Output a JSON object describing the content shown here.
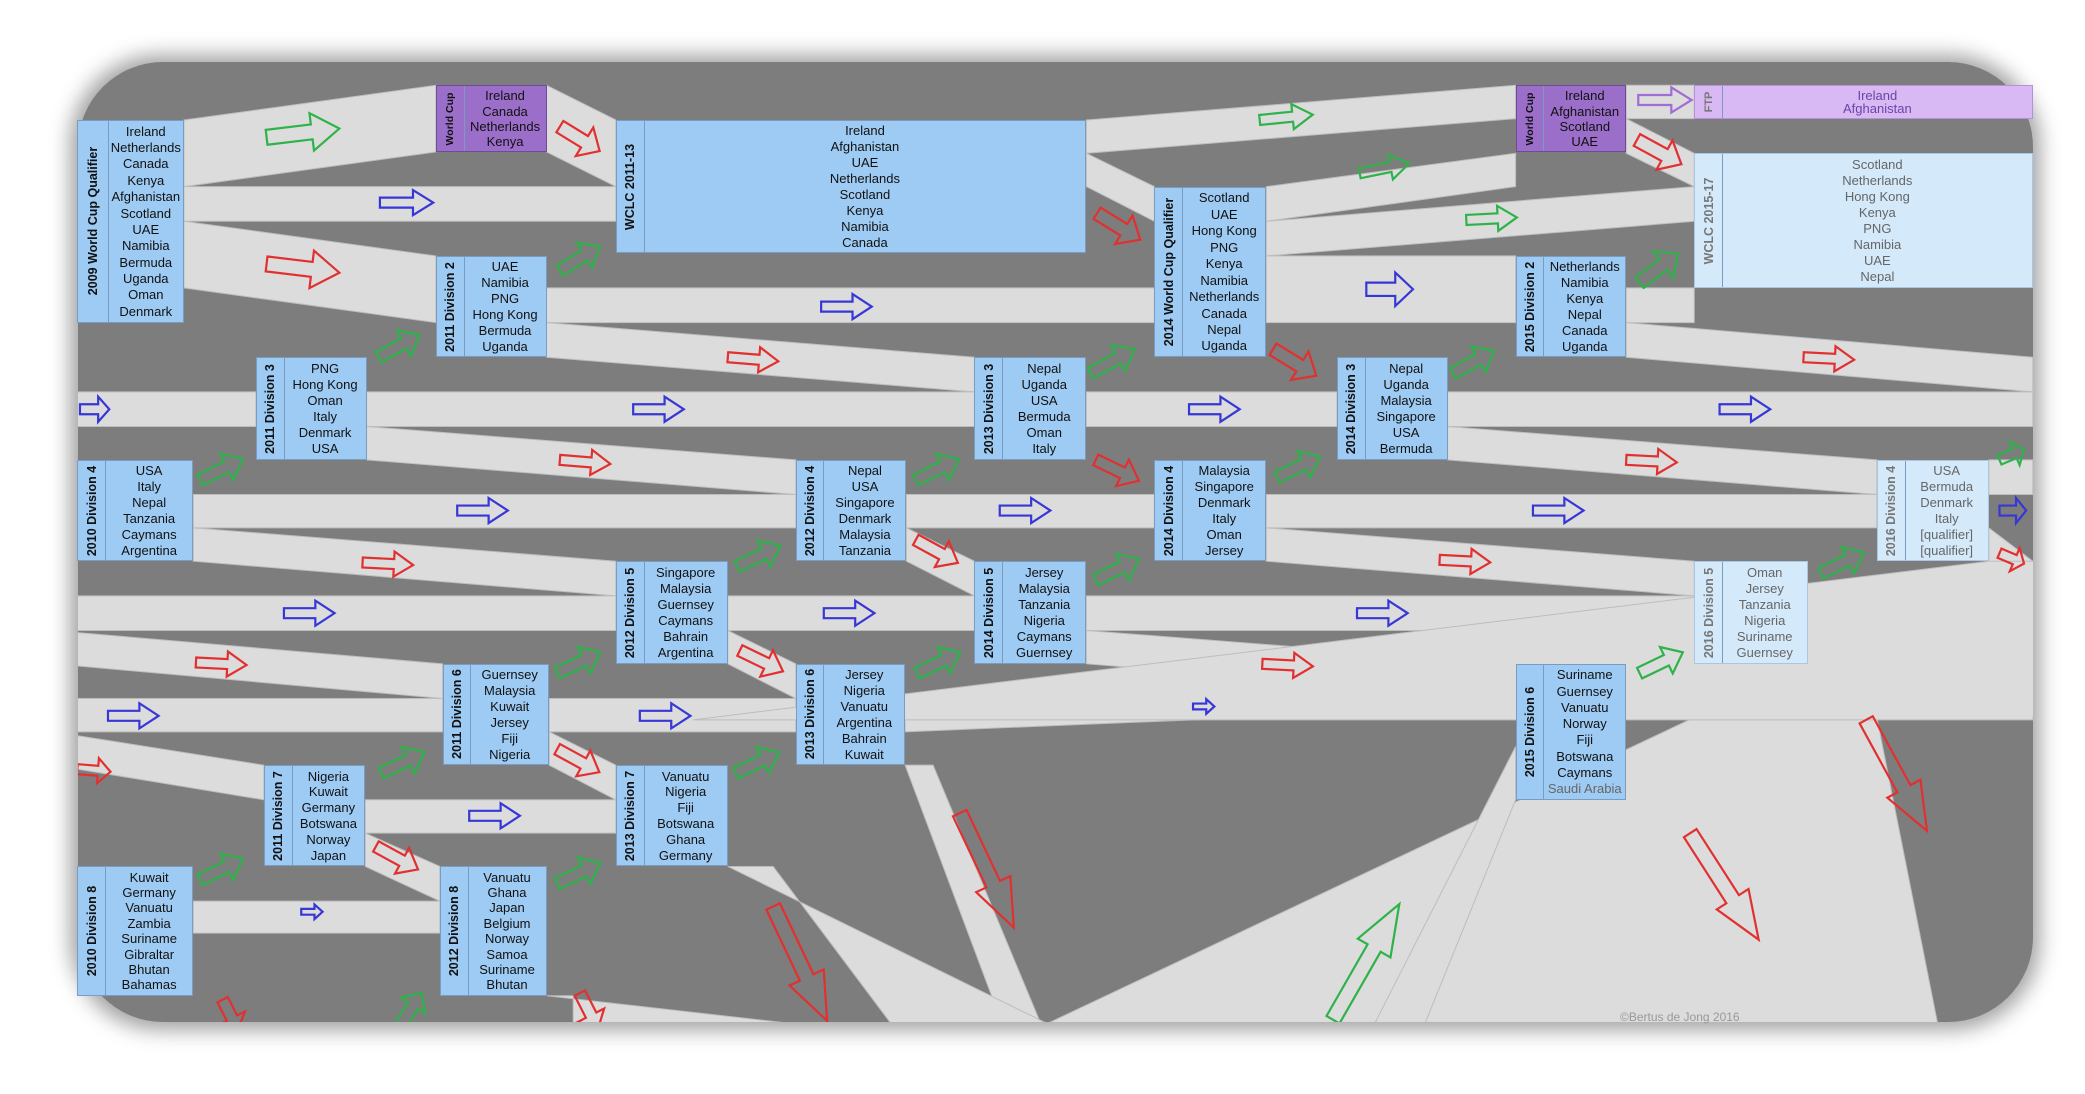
{
  "credit": "©Bertus de Jong 2016",
  "colors": {
    "background": "#7a7a7a",
    "band": "#dcdcdc",
    "division_box": "#9ecbf4",
    "world_cup_box": "#9b6ec9",
    "future_box": "#d4e9f9",
    "ftp_box": "#d9b9f3",
    "promotion_arrow": "#2db34a",
    "stay_arrow": "#3737d6",
    "relegation_arrow": "#e23030",
    "ftp_arrow": "#a06cd5"
  },
  "boxes": [
    {
      "id": "wcq2009",
      "label": "2009 World Cup Qualifier",
      "teams": [
        "Ireland",
        "Netherlands",
        "Canada",
        "Kenya",
        "Afghanistan",
        "Scotland",
        "UAE",
        "Namibia",
        "Bermuda",
        "Uganda",
        "Oman",
        "Denmark"
      ]
    },
    {
      "id": "wc2011",
      "label": "World Cup",
      "teams": [
        "Ireland",
        "Canada",
        "Netherlands",
        "Kenya"
      ]
    },
    {
      "id": "wclc2011",
      "label": "WCLC 2011-13",
      "teams": [
        "Ireland",
        "Afghanistan",
        "UAE",
        "Netherlands",
        "Scotland",
        "Kenya",
        "Namibia",
        "Canada"
      ]
    },
    {
      "id": "d2_2011",
      "label": "2011 Division 2",
      "teams": [
        "UAE",
        "Namibia",
        "PNG",
        "Hong Kong",
        "Bermuda",
        "Uganda"
      ]
    },
    {
      "id": "d3_2011",
      "label": "2011 Division 3",
      "teams": [
        "PNG",
        "Hong Kong",
        "Oman",
        "Italy",
        "Denmark",
        "USA"
      ]
    },
    {
      "id": "d4_2010",
      "label": "2010 Division 4",
      "teams": [
        "USA",
        "Italy",
        "Nepal",
        "Tanzania",
        "Caymans",
        "Argentina"
      ]
    },
    {
      "id": "d4_2012",
      "label": "2012 Division 4",
      "teams": [
        "Nepal",
        "USA",
        "Singapore",
        "Denmark",
        "Malaysia",
        "Tanzania"
      ]
    },
    {
      "id": "d5_2012",
      "label": "2012 Division 5",
      "teams": [
        "Singapore",
        "Malaysia",
        "Guernsey",
        "Caymans",
        "Bahrain",
        "Argentina"
      ]
    },
    {
      "id": "d6_2011",
      "label": "2011 Division 6",
      "teams": [
        "Guernsey",
        "Malaysia",
        "Kuwait",
        "Jersey",
        "Fiji",
        "Nigeria"
      ]
    },
    {
      "id": "d7_2011",
      "label": "2011 Division 7",
      "teams": [
        "Nigeria",
        "Kuwait",
        "Germany",
        "Botswana",
        "Norway",
        "Japan"
      ]
    },
    {
      "id": "d8_2010",
      "label": "2010 Division 8",
      "teams": [
        "Kuwait",
        "Germany",
        "Vanuatu",
        "Zambia",
        "Suriname",
        "Gibraltar",
        "Bhutan",
        "Bahamas"
      ]
    },
    {
      "id": "d8_2012",
      "label": "2012 Division 8",
      "teams": [
        "Vanuatu",
        "Ghana",
        "Japan",
        "Belgium",
        "Norway",
        "Samoa",
        "Suriname",
        "Bhutan"
      ]
    },
    {
      "id": "d7_2013",
      "label": "2013 Division 7",
      "teams": [
        "Vanuatu",
        "Nigeria",
        "Fiji",
        "Botswana",
        "Ghana",
        "Germany"
      ]
    },
    {
      "id": "d6_2013",
      "label": "2013 Division 6",
      "teams": [
        "Jersey",
        "Nigeria",
        "Vanuatu",
        "Argentina",
        "Bahrain",
        "Kuwait"
      ]
    },
    {
      "id": "d3_2013",
      "label": "2013 Division 3",
      "teams": [
        "Nepal",
        "Uganda",
        "USA",
        "Bermuda",
        "Oman",
        "Italy"
      ]
    },
    {
      "id": "d5_2014",
      "label": "2014 Division 5",
      "teams": [
        "Jersey",
        "Malaysia",
        "Tanzania",
        "Nigeria",
        "Caymans",
        "Guernsey"
      ]
    },
    {
      "id": "wcq2014",
      "label": "2014 World Cup Qualifier",
      "teams": [
        "Scotland",
        "UAE",
        "Hong Kong",
        "PNG",
        "Kenya",
        "Namibia",
        "Netherlands",
        "Canada",
        "Nepal",
        "Uganda"
      ]
    },
    {
      "id": "d4_2014",
      "label": "2014 Division 4",
      "teams": [
        "Malaysia",
        "Singapore",
        "Denmark",
        "Italy",
        "Oman",
        "Jersey"
      ]
    },
    {
      "id": "d3_2014",
      "label": "2014 Division 3",
      "teams": [
        "Nepal",
        "Uganda",
        "Malaysia",
        "Singapore",
        "USA",
        "Bermuda"
      ]
    },
    {
      "id": "wc2015",
      "label": "World Cup",
      "teams": [
        "Ireland",
        "Afghanistan",
        "Scotland",
        "UAE"
      ]
    },
    {
      "id": "ftp",
      "label": "FTP",
      "teams": [
        "Ireland",
        "Afghanistan"
      ]
    },
    {
      "id": "wclc2015",
      "label": "WCLC 2015-17",
      "teams": [
        "Scotland",
        "Netherlands",
        "Hong Kong",
        "Kenya",
        "PNG",
        "Namibia",
        "UAE",
        "Nepal"
      ]
    },
    {
      "id": "d2_2015",
      "label": "2015 Division 2",
      "teams": [
        "Netherlands",
        "Namibia",
        "Kenya",
        "Nepal",
        "Canada",
        "Uganda"
      ]
    },
    {
      "id": "d4_2016",
      "label": "2016 Division 4",
      "teams": [
        "USA",
        "Bermuda",
        "Denmark",
        "Italy",
        "[qualifier]",
        "[qualifier]"
      ]
    },
    {
      "id": "d5_2016",
      "label": "2016 Division 5",
      "teams": [
        "Oman",
        "Jersey",
        "Tanzania",
        "Nigeria",
        "Suriname",
        "Guernsey"
      ]
    },
    {
      "id": "d6_2015",
      "label": "2015 Division 6",
      "teams": [
        "Suriname",
        "Guernsey",
        "Vanuatu",
        "Norway",
        "Fiji",
        "Botswana",
        "Caymans",
        "Saudi Arabia"
      ]
    }
  ]
}
